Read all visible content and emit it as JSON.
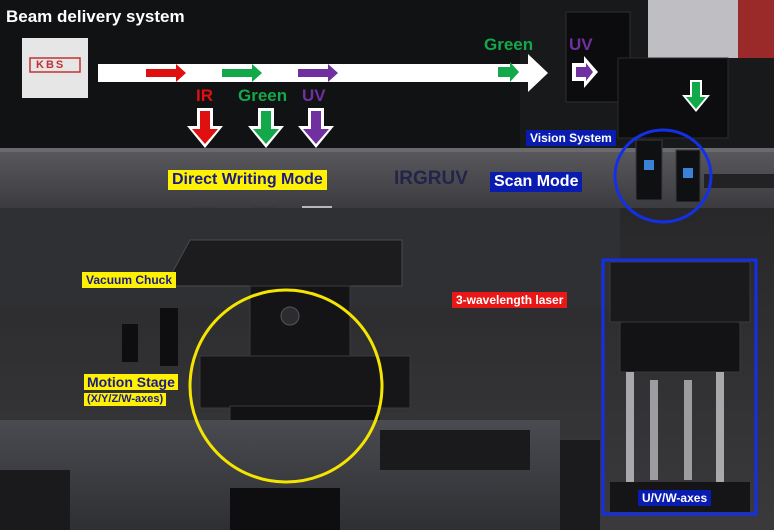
{
  "title": "Beam delivery system",
  "logo": {
    "text": "KBS"
  },
  "beam": {
    "top_labels": {
      "green": "Green",
      "uv": "UV"
    },
    "down_labels": {
      "ir": "IR",
      "green": "Green",
      "uv": "UV"
    }
  },
  "modes": {
    "direct": "Direct Writing Mode",
    "device": "IRGRUV",
    "scan": "Scan Mode"
  },
  "labels": {
    "vision": "Vision System",
    "vacuum": "Vacuum Chuck",
    "laser": "3-wavelength laser",
    "motion_1": "Motion Stage",
    "motion_2": "(X/Y/Z/W-axes)",
    "uvw": "U/V/W-axes"
  },
  "colors": {
    "ir": "#e01010",
    "green": "#13a84a",
    "uv": "#7030a0",
    "highlight_yellow": "#fff200",
    "highlight_blue": "#0a1cb0",
    "laser_red": "#e81818",
    "beam_white": "#ffffff"
  }
}
